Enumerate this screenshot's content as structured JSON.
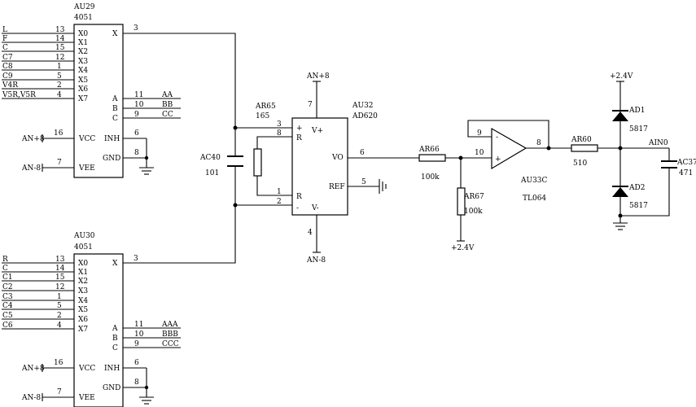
{
  "au29": {
    "ref": "AU29",
    "part": "4051",
    "inputs": [
      {
        "net": "L",
        "pin": "13",
        "name": "X0"
      },
      {
        "net": "F",
        "pin": "14",
        "name": "X1"
      },
      {
        "net": "C",
        "pin": "15",
        "name": "X2"
      },
      {
        "net": "C7",
        "pin": "12",
        "name": "X3"
      },
      {
        "net": "C8",
        "pin": "1",
        "name": "X4"
      },
      {
        "net": "C9",
        "pin": "5",
        "name": "X5"
      },
      {
        "net": "V4R",
        "pin": "2",
        "name": "X6"
      },
      {
        "net": "V5R,V5R",
        "pin": "4",
        "name": "X7"
      }
    ],
    "x_pin": "X",
    "x_pin_num": "3",
    "sel": [
      {
        "name": "A",
        "pin": "11",
        "net": "AA"
      },
      {
        "name": "B",
        "pin": "10",
        "net": "BB"
      },
      {
        "name": "C",
        "pin": "9",
        "net": "CC"
      }
    ],
    "inh": "INH",
    "inh_pin": "6",
    "gnd": "GND",
    "gnd_pin": "8",
    "vcc": "VCC",
    "vcc_pin": "16",
    "vcc_net": "AN+8",
    "vee": "VEE",
    "vee_pin": "7",
    "vee_net": "AN-8"
  },
  "au30": {
    "ref": "AU30",
    "part": "4051",
    "inputs": [
      {
        "net": "R",
        "pin": "13",
        "name": "X0"
      },
      {
        "net": "C",
        "pin": "14",
        "name": "X1"
      },
      {
        "net": "C1",
        "pin": "15",
        "name": "X2"
      },
      {
        "net": "C2",
        "pin": "12",
        "name": "X3"
      },
      {
        "net": "C3",
        "pin": "1",
        "name": "X4"
      },
      {
        "net": "C4",
        "pin": "5",
        "name": "X5"
      },
      {
        "net": "C5",
        "pin": "2",
        "name": "X6"
      },
      {
        "net": "C6",
        "pin": "4",
        "name": "X7"
      }
    ],
    "x_pin": "X",
    "x_pin_num": "3",
    "sel": [
      {
        "name": "A",
        "pin": "11",
        "net": "AAA"
      },
      {
        "name": "B",
        "pin": "10",
        "net": "BBB"
      },
      {
        "name": "C",
        "pin": "9",
        "net": "CCC"
      }
    ],
    "inh": "INH",
    "inh_pin": "6",
    "gnd": "GND",
    "gnd_pin": "8",
    "vcc": "VCC",
    "vcc_pin": "16",
    "vcc_net": "AN+8",
    "vee": "VEE",
    "vee_pin": "7",
    "vee_net": "AN-8"
  },
  "ac40": {
    "ref": "AC40",
    "value": "101"
  },
  "ar65": {
    "ref": "AR65",
    "value": "165"
  },
  "au32": {
    "ref": "AU32",
    "part": "AD620",
    "plus_sign": "+",
    "minus_sign": "-",
    "vplus": "V+",
    "vminus": "V-",
    "r_top": "R",
    "r_bot": "R",
    "vo": "VO",
    "ref_pin": "REF",
    "pin_in_plus": "3",
    "pin_r_top": "8",
    "pin_r_bot": "1",
    "pin_in_minus": "2",
    "pin_vplus": "7",
    "pin_vminus": "4",
    "pin_vo": "6",
    "pin_ref": "5",
    "supply_pos": "AN+8",
    "supply_neg": "AN-8"
  },
  "ar66": {
    "ref": "AR66",
    "value": "100k"
  },
  "ar67": {
    "ref": "AR67",
    "value": "100k",
    "supply": "+2.4V"
  },
  "au33c": {
    "ref": "AU33C",
    "part": "TL064",
    "minus_sign": "-",
    "plus_sign": "+",
    "pin_minus": "9",
    "pin_plus": "10",
    "pin_out": "8"
  },
  "ar60": {
    "ref": "AR60",
    "value": "510"
  },
  "ad1": {
    "ref": "AD1",
    "value": "5817",
    "supply": "+2.4V"
  },
  "ad2": {
    "ref": "AD2",
    "value": "5817"
  },
  "ain0": {
    "label": "AIN0"
  },
  "ac37": {
    "ref": "AC37",
    "value": "471"
  }
}
